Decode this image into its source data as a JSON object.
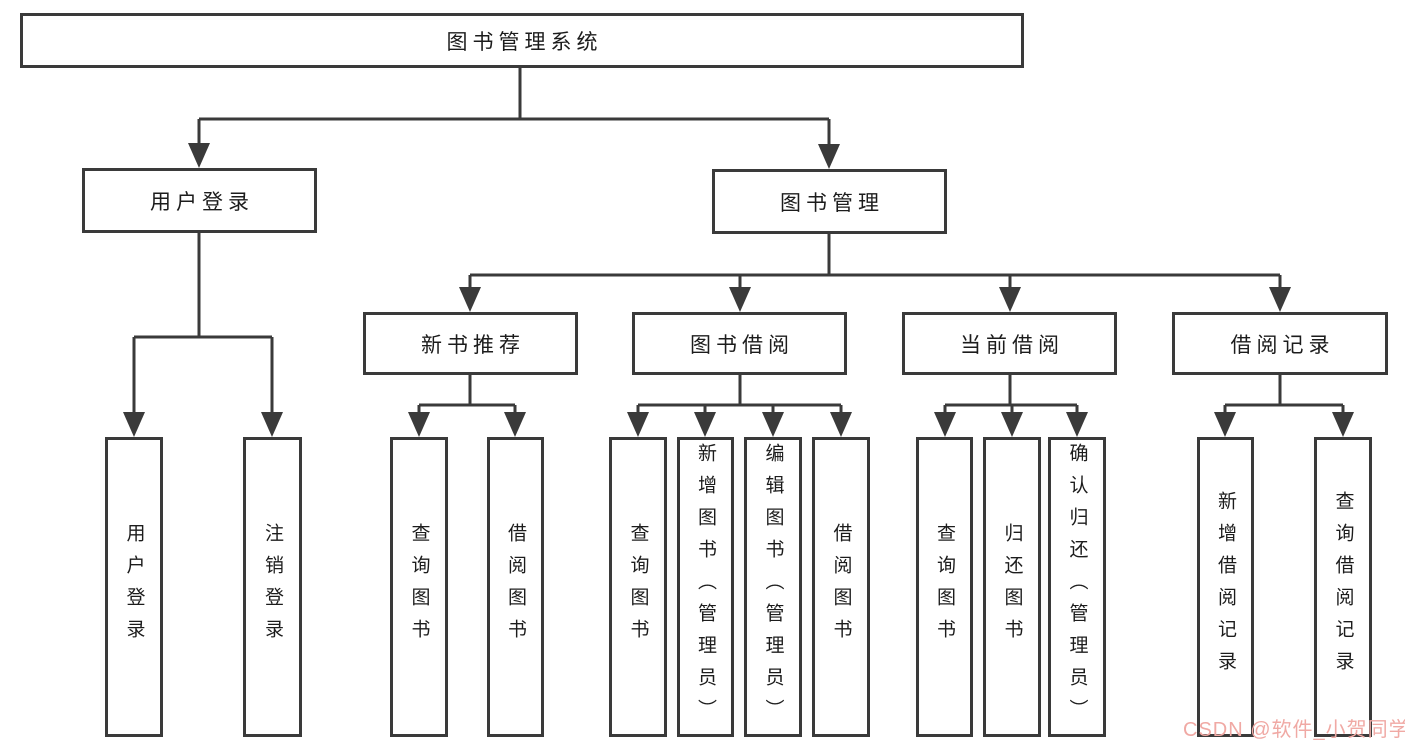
{
  "tree": {
    "root": {
      "label": "图书管理系统",
      "children": [
        {
          "label": "用户登录",
          "children": [
            {
              "label": "用户登录"
            },
            {
              "label": "注销登录"
            }
          ]
        },
        {
          "label": "图书管理",
          "children": [
            {
              "label": "新书推荐",
              "children": [
                {
                  "label": "查询图书"
                },
                {
                  "label": "借阅图书"
                }
              ]
            },
            {
              "label": "图书借阅",
              "children": [
                {
                  "label": "查询图书"
                },
                {
                  "label": "新增图书（管理员）"
                },
                {
                  "label": "编辑图书（管理员）"
                },
                {
                  "label": "借阅图书"
                }
              ]
            },
            {
              "label": "当前借阅",
              "children": [
                {
                  "label": "查询图书"
                },
                {
                  "label": "归还图书"
                },
                {
                  "label": "确认归还（管理员）"
                }
              ]
            },
            {
              "label": "借阅记录",
              "children": [
                {
                  "label": "新增借阅记录"
                },
                {
                  "label": "查询借阅记录"
                }
              ]
            }
          ]
        }
      ]
    }
  },
  "watermark": {
    "text": "CSDN @软件_小贺同学"
  },
  "colors": {
    "line": "#3a3a3a",
    "node_border": "#3a3a3a",
    "node_text": "#1c1c1c",
    "watermark_pink": "#f0a9a4",
    "background": "#ffffff"
  }
}
